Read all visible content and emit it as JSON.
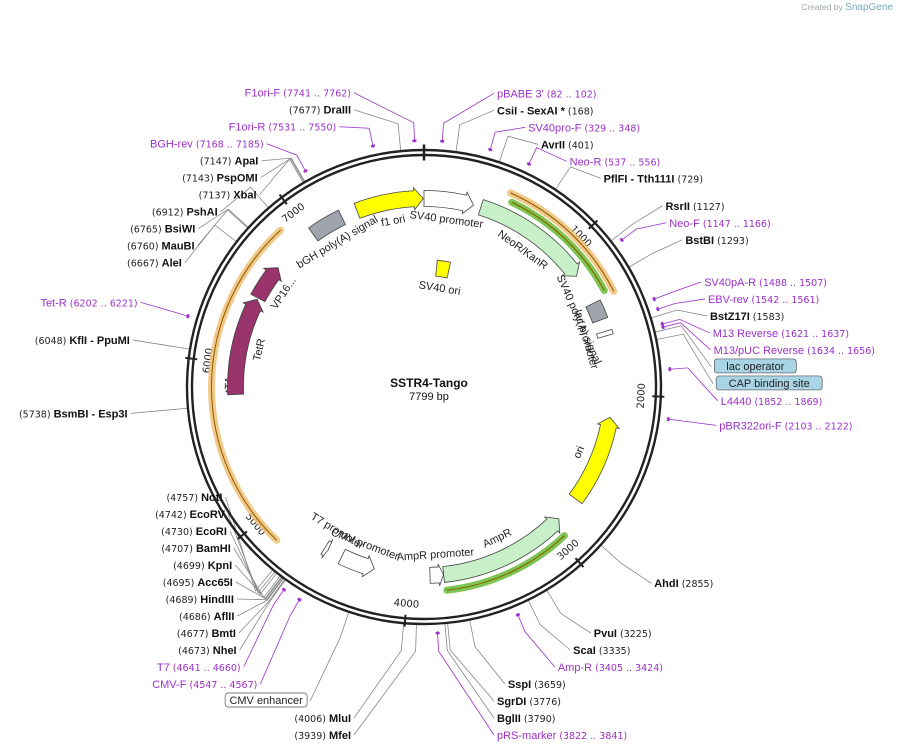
{
  "credit": {
    "prefix": "Created by",
    "brand": "SnapGene"
  },
  "plasmid": {
    "name": "SSTR4-Tango",
    "size": "7799 bp"
  },
  "ticks": [
    {
      "pos": 1000,
      "label": "1000"
    },
    {
      "pos": 2000,
      "label": "2000"
    },
    {
      "pos": 3000,
      "label": "3000"
    },
    {
      "pos": 4000,
      "label": "4000"
    },
    {
      "pos": 5000,
      "label": "5000"
    },
    {
      "pos": 6000,
      "label": "6000"
    },
    {
      "pos": 7000,
      "label": "7000"
    }
  ],
  "enzymes": [
    {
      "name": "CsiI",
      "extra": "- SexAI *",
      "coord": "(168)",
      "pos": 168,
      "side": "R"
    },
    {
      "name": "AvrII",
      "extra": "",
      "coord": "(401)",
      "pos": 401,
      "side": "R"
    },
    {
      "name": "PflFI",
      "extra": "- Tth111I",
      "coord": "(729)",
      "pos": 729,
      "side": "R"
    },
    {
      "name": "RsrII",
      "extra": "",
      "coord": "(1127)",
      "pos": 1127,
      "side": "R"
    },
    {
      "name": "BstBI",
      "extra": "",
      "coord": "(1293)",
      "pos": 1293,
      "side": "R"
    },
    {
      "name": "BstZ17I",
      "extra": "",
      "coord": "(1583)",
      "pos": 1583,
      "side": "R"
    },
    {
      "name": "AhdI",
      "extra": "",
      "coord": "(2855)",
      "pos": 2855,
      "side": "R"
    },
    {
      "name": "PvuI",
      "extra": "",
      "coord": "(3225)",
      "pos": 3225,
      "side": "R"
    },
    {
      "name": "ScaI",
      "extra": "",
      "coord": "(3335)",
      "pos": 3335,
      "side": "R"
    },
    {
      "name": "SspI",
      "extra": "",
      "coord": "(3659)",
      "pos": 3659,
      "side": "R"
    },
    {
      "name": "SgrDI",
      "extra": "",
      "coord": "(3776)",
      "pos": 3776,
      "side": "R"
    },
    {
      "name": "BglII",
      "extra": "",
      "coord": "(3790)",
      "pos": 3790,
      "side": "R"
    },
    {
      "name": "MfeI",
      "extra": "",
      "coord": "(3939)",
      "pos": 3939,
      "side": "L"
    },
    {
      "name": "MluI",
      "extra": "",
      "coord": "(4006)",
      "pos": 4006,
      "side": "L"
    },
    {
      "name": "NheI",
      "extra": "",
      "coord": "(4673)",
      "pos": 4673,
      "side": "L"
    },
    {
      "name": "BmtI",
      "extra": "",
      "coord": "(4677)",
      "pos": 4677,
      "side": "L"
    },
    {
      "name": "AflII",
      "extra": "",
      "coord": "(4686)",
      "pos": 4686,
      "side": "L"
    },
    {
      "name": "HindIII",
      "extra": "",
      "coord": "(4689)",
      "pos": 4689,
      "side": "L"
    },
    {
      "name": "Acc65I",
      "extra": "",
      "coord": "(4695)",
      "pos": 4695,
      "side": "L"
    },
    {
      "name": "KpnI",
      "extra": "",
      "coord": "(4699)",
      "pos": 4699,
      "side": "L"
    },
    {
      "name": "BamHI",
      "extra": "",
      "coord": "(4707)",
      "pos": 4707,
      "side": "L"
    },
    {
      "name": "EcoRI",
      "extra": "",
      "coord": "(4730)",
      "pos": 4730,
      "side": "L"
    },
    {
      "name": "EcoRV",
      "extra": "",
      "coord": "(4742)",
      "pos": 4742,
      "side": "L"
    },
    {
      "name": "NotI",
      "extra": "",
      "coord": "(4757)",
      "pos": 4757,
      "side": "L"
    },
    {
      "name": "BsmBI",
      "extra": "- Esp3I",
      "coord": "(5738)",
      "pos": 5738,
      "side": "L"
    },
    {
      "name": "KflI",
      "extra": "- PpuMI",
      "coord": "(6048)",
      "pos": 6048,
      "side": "L"
    },
    {
      "name": "AleI",
      "extra": "",
      "coord": "(6667)",
      "pos": 6667,
      "side": "L"
    },
    {
      "name": "MauBI",
      "extra": "",
      "coord": "(6760)",
      "pos": 6760,
      "side": "L"
    },
    {
      "name": "BsiWI",
      "extra": "",
      "coord": "(6765)",
      "pos": 6765,
      "side": "L"
    },
    {
      "name": "PshAI",
      "extra": "",
      "coord": "(6912)",
      "pos": 6912,
      "side": "L"
    },
    {
      "name": "XbaI",
      "extra": "",
      "coord": "(7137)",
      "pos": 7137,
      "side": "L"
    },
    {
      "name": "PspOMI",
      "extra": "",
      "coord": "(7143)",
      "pos": 7143,
      "side": "L"
    },
    {
      "name": "ApaI",
      "extra": "",
      "coord": "(7147)",
      "pos": 7147,
      "side": "L"
    },
    {
      "name": "DraIII",
      "extra": "",
      "coord": "(7677)",
      "pos": 7677,
      "side": "L"
    }
  ],
  "primers": [
    {
      "name": "pBABE 3'",
      "coord": "(82 .. 102)",
      "pos": 92,
      "side": "R"
    },
    {
      "name": "SV40pro-F",
      "coord": "(329 .. 348)",
      "pos": 338,
      "side": "R"
    },
    {
      "name": "Neo-R",
      "coord": "(537 .. 556)",
      "pos": 546,
      "side": "R"
    },
    {
      "name": "Neo-F",
      "coord": "(1147 .. 1166)",
      "pos": 1156,
      "side": "R"
    },
    {
      "name": "SV40pA-R",
      "coord": "(1488 .. 1507)",
      "pos": 1497,
      "side": "R"
    },
    {
      "name": "EBV-rev",
      "coord": "(1542 .. 1561)",
      "pos": 1551,
      "side": "R"
    },
    {
      "name": "M13 Reverse",
      "coord": "(1621 .. 1637)",
      "pos": 1629,
      "side": "R"
    },
    {
      "name": "M13/pUC Reverse",
      "coord": "(1634 .. 1656)",
      "pos": 1645,
      "side": "R"
    },
    {
      "name": "L4440",
      "coord": "(1852 .. 1869)",
      "pos": 1860,
      "side": "R"
    },
    {
      "name": "pBR322ori-F",
      "coord": "(2103 .. 2122)",
      "pos": 2112,
      "side": "R"
    },
    {
      "name": "Amp-R",
      "coord": "(3405 .. 3424)",
      "pos": 3414,
      "side": "R"
    },
    {
      "name": "pRS-marker",
      "coord": "(3822 .. 3841)",
      "pos": 3831,
      "side": "R"
    },
    {
      "name": "CMV-F",
      "coord": "(4547 .. 4567)",
      "pos": 4557,
      "side": "L"
    },
    {
      "name": "T7",
      "coord": "(4641 .. 4660)",
      "pos": 4650,
      "side": "L"
    },
    {
      "name": "Tet-R",
      "coord": "(6202 .. 6221)",
      "pos": 6211,
      "side": "L"
    },
    {
      "name": "BGH-rev",
      "coord": "(7168 .. 7185)",
      "pos": 7176,
      "side": "L"
    },
    {
      "name": "F1ori-R",
      "coord": "(7531 .. 7550)",
      "pos": 7540,
      "side": "L"
    },
    {
      "name": "F1ori-F",
      "coord": "(7741 .. 7762)",
      "pos": 7751,
      "side": "L"
    }
  ],
  "boxed_labels": [
    {
      "name": "lac operator",
      "pos": 1660
    },
    {
      "name": "CAP binding site",
      "pos": 1700
    },
    {
      "name": "CMV enhancer",
      "pos": 4300
    }
  ],
  "features": [
    {
      "label": "f1 ori",
      "start": 7348,
      "end": 7794,
      "color": "#ffff00",
      "dir": 1,
      "ring": 0
    },
    {
      "label": "SV40 promoter",
      "start": 0,
      "end": 330,
      "color": "#ffffff",
      "dir": 1,
      "ring": 0
    },
    {
      "label": "NeoR/KanR",
      "start": 380,
      "end": 1170,
      "color": "#c8f0c8",
      "dir": 1,
      "ring": 0
    },
    {
      "label": "SV40 poly(A) signal",
      "start": 1380,
      "end": 1500,
      "color": "#a0a4ad",
      "dir": 0,
      "ring": 0
    },
    {
      "label": "lac promoter",
      "start": 1580,
      "end": 1610,
      "color": "#ffffff",
      "dir": 0,
      "ring": 0
    },
    {
      "label": "ori",
      "start": 2150,
      "end": 2739,
      "color": "#ffff00",
      "dir": -1,
      "ring": 0
    },
    {
      "label": "AmpR",
      "start": 2910,
      "end": 3770,
      "color": "#c8f0c8",
      "dir": -1,
      "ring": 0
    },
    {
      "label": "AmpR promoter",
      "start": 3771,
      "end": 3860,
      "color": "#ffffff",
      "dir": -1,
      "ring": 0
    },
    {
      "label": "CMV promoter",
      "start": 4230,
      "end": 4460,
      "color": "#ffffff",
      "dir": -1,
      "ring": 0
    },
    {
      "label": "T7 promoter",
      "start": 4560,
      "end": 4585,
      "color": "#ffffff",
      "dir": -1,
      "ring": 0
    },
    {
      "label": "TetR",
      "start": 5800,
      "end": 6450,
      "color": "#99336b",
      "dir": 1,
      "ring": 0
    },
    {
      "label": "VP16...",
      "start": 6460,
      "end": 6700,
      "color": "#99336b",
      "dir": 1,
      "ring": 0
    },
    {
      "label": "bGH poly(A) signal",
      "start": 7020,
      "end": 7240,
      "color": "#a0a4ad",
      "dir": 0,
      "ring": 0
    },
    {
      "label": "SV40 ori",
      "start": 130,
      "end": 260,
      "color": "#ffff00",
      "dir": 0,
      "ring": 1
    }
  ],
  "orfs": [
    {
      "label": "tTA",
      "start": 4850,
      "end": 6880,
      "color": "#f0c074",
      "dir": 1
    },
    {
      "label": "",
      "start": 520,
      "end": 1370,
      "color": "#f0c074",
      "dir": 1
    },
    {
      "label": "",
      "start": 550,
      "end": 1340,
      "color": "#66bb33",
      "dir": -1
    },
    {
      "label": "",
      "start": 2960,
      "end": 3760,
      "color": "#66bb33",
      "dir": -1
    }
  ]
}
